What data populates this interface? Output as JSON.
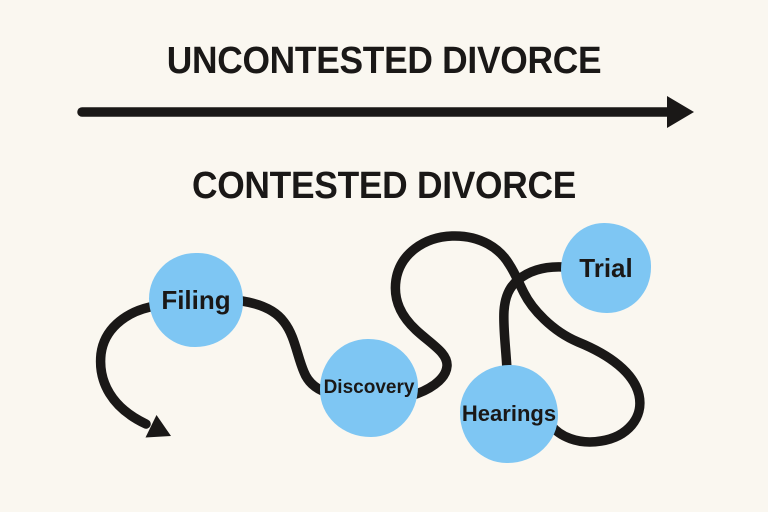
{
  "colors": {
    "background": "#FAF7F0",
    "ink": "#1A1817",
    "bubble": "#7EC6F3"
  },
  "uncontested": {
    "title": "UNCONTESTED DIVORCE"
  },
  "contested": {
    "title": "CONTESTED DIVORCE",
    "stages": [
      {
        "id": "filing",
        "label": "Filing"
      },
      {
        "id": "discovery",
        "label": "Discovery"
      },
      {
        "id": "hearings",
        "label": "Hearings"
      },
      {
        "id": "trial",
        "label": "Trial"
      }
    ]
  }
}
